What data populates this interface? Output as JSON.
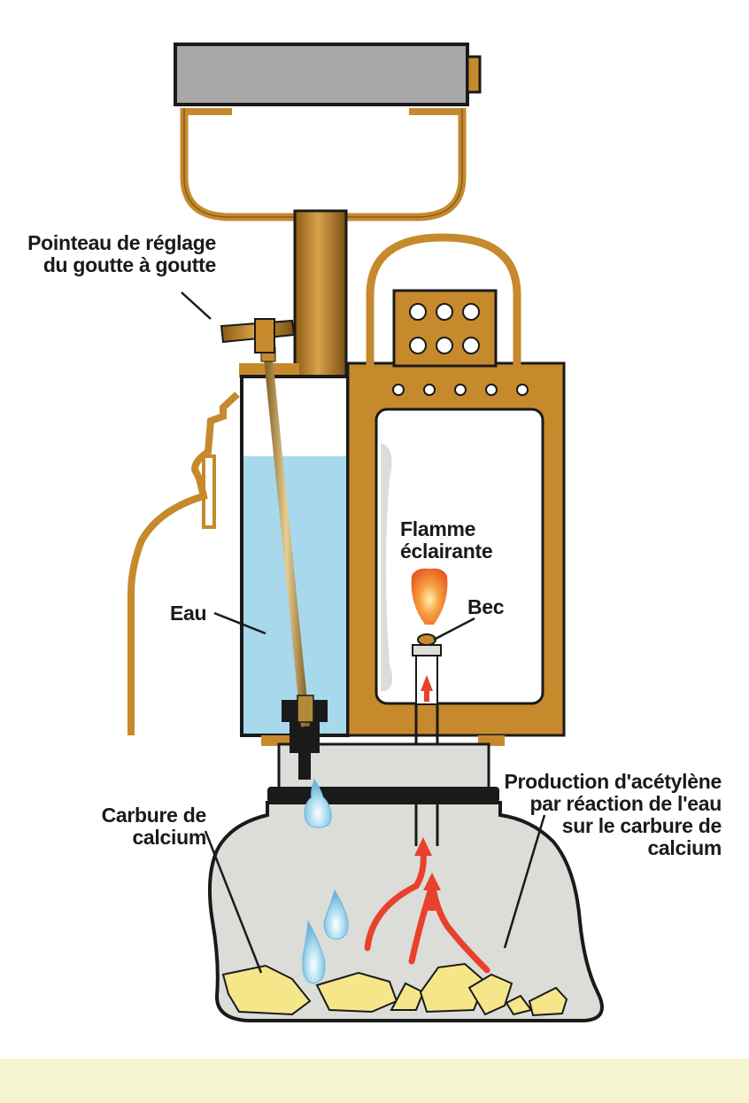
{
  "labels": {
    "needle": [
      "Pointeau de réglage",
      "du goutte à goutte"
    ],
    "water": [
      "Eau"
    ],
    "flame": [
      "Flamme",
      "éclairante"
    ],
    "burner": [
      "Bec"
    ],
    "carbide": [
      "Carbure de",
      "calcium"
    ],
    "production": [
      "Production d'acétylène",
      "par réaction de l'eau",
      "sur le carbure de",
      "calcium"
    ]
  },
  "colors": {
    "brass": "#c68a2c",
    "brass_dark": "#6b4a12",
    "water": "#a8d8ec",
    "tank": "#dcdcd8",
    "carbide": "#f5e68a",
    "flame": "#f08a2e",
    "gas_arrow": "#e8412c",
    "outline": "#1a1a1a",
    "lid": "#a7a7a7"
  }
}
